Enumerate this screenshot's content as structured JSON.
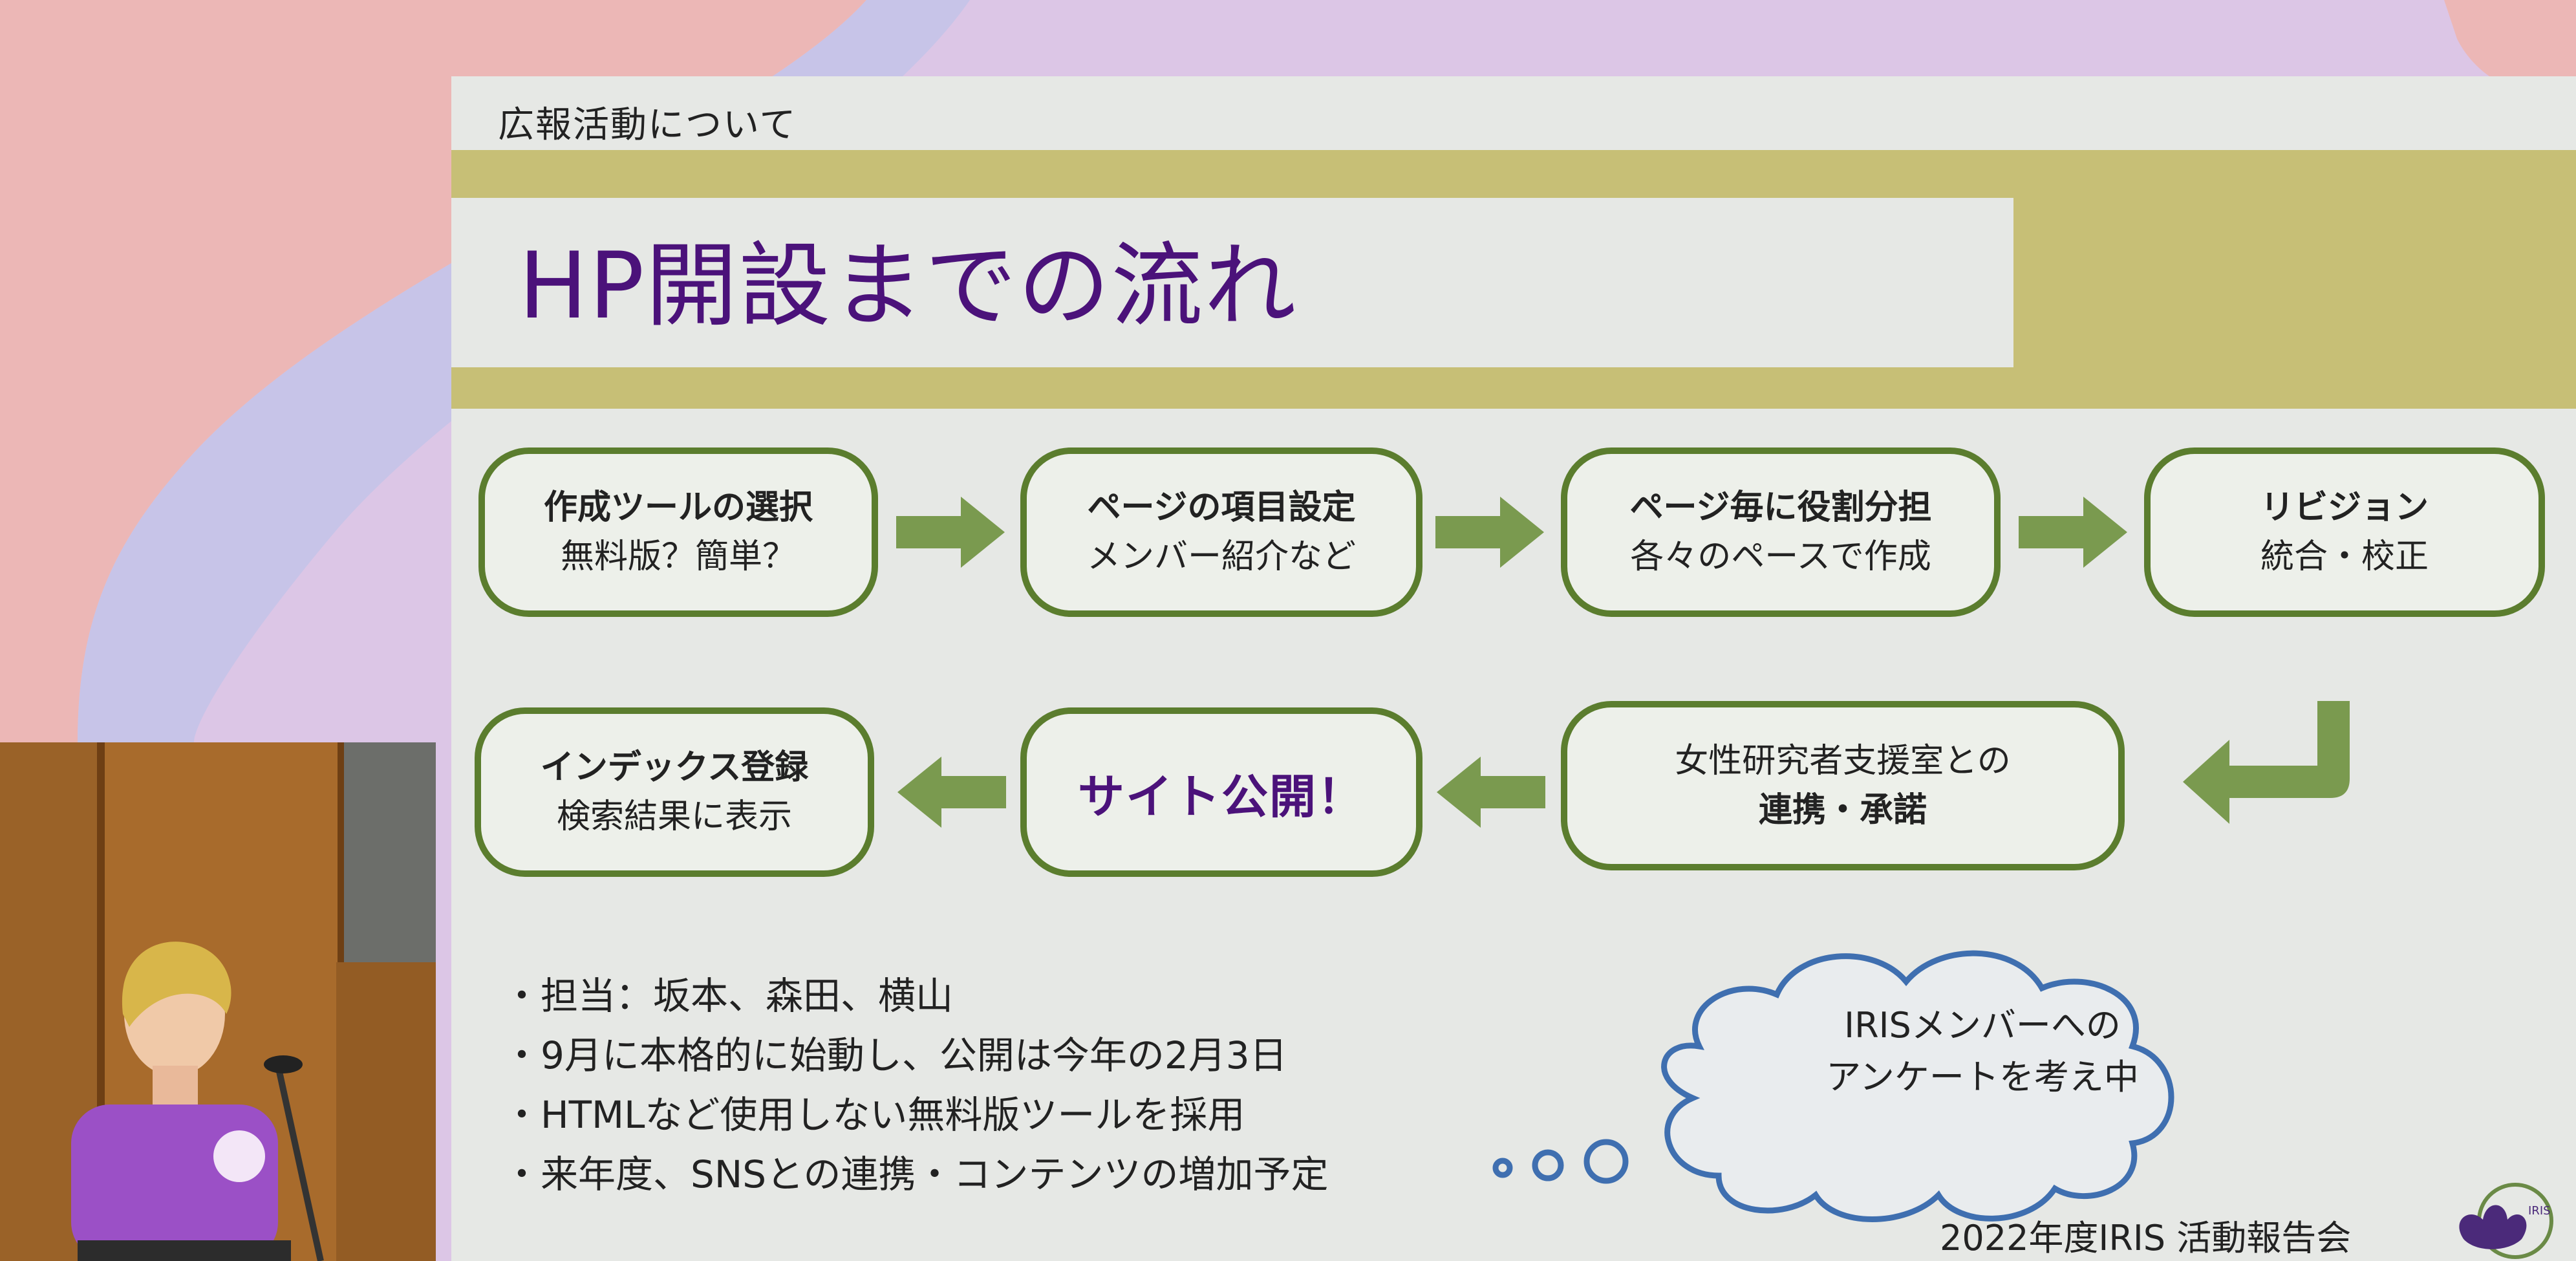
{
  "slide": {
    "section_label": "広報活動について",
    "title": "HP開設までの流れ",
    "steps_row1": [
      {
        "title": "作成ツールの選択",
        "subtitle": "無料版？簡単？"
      },
      {
        "title": "ページの項目設定",
        "subtitle": "メンバー紹介など"
      },
      {
        "title": "ページ毎に役割分担",
        "subtitle": "各々のペースで作成"
      },
      {
        "title": "リビジョン",
        "subtitle": "統合・校正"
      }
    ],
    "steps_row2": [
      {
        "title": "インデックス登録",
        "subtitle": "検索結果に表示"
      },
      {
        "highlight": "サイト公開！"
      },
      {
        "line1": "女性研究者支援室との",
        "line2": "連携・承諾"
      }
    ],
    "bullets": [
      "・担当：坂本、森田、横山",
      "・9月に本格的に始動し、公開は今年の2月3日",
      "・HTMLなど使用しない無料版ツールを採用",
      "・来年度、SNSとの連携・コンテンツの増加予定"
    ],
    "thought_bubble": {
      "line1": "IRISメンバーへの",
      "line2": "アンケートを考え中"
    },
    "footer": "2022年度IRIS 活動報告会",
    "logo_text": "IRIS"
  },
  "colors": {
    "title": "#4b127a",
    "band": "#c7bf76",
    "box_border": "#5b7d2e",
    "arrow": "#7a9a4f",
    "cloud_border": "#3f6fb0",
    "slide_bg": "#e6e8e5"
  }
}
